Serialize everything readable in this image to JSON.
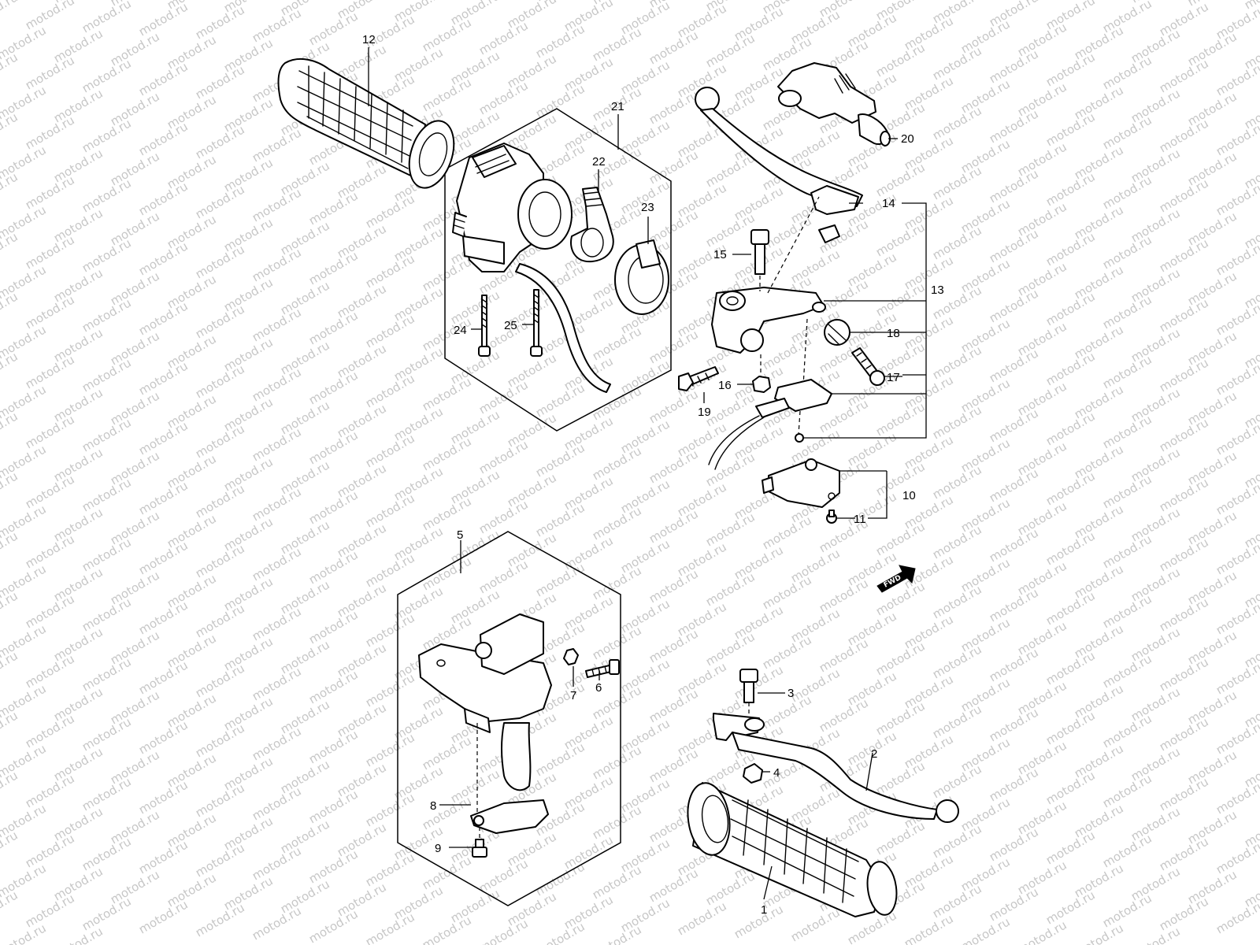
{
  "watermark": "motod.ru",
  "direction_badge": "FWD",
  "callouts": {
    "c1": "1",
    "c2": "2",
    "c3": "3",
    "c4": "4",
    "c5": "5",
    "c6": "6",
    "c7": "7",
    "c8": "8",
    "c9": "9",
    "c10": "10",
    "c11": "11",
    "c12": "12",
    "c13": "13",
    "c14": "14",
    "c15": "15",
    "c16": "16",
    "c17": "17",
    "c18": "18",
    "c19": "19",
    "c20": "20",
    "c21": "21",
    "c22": "22",
    "c23": "23",
    "c24": "24",
    "c25": "25"
  },
  "colors": {
    "line": "#000000",
    "watermark": "#c7c7c7",
    "background": "#ffffff"
  }
}
